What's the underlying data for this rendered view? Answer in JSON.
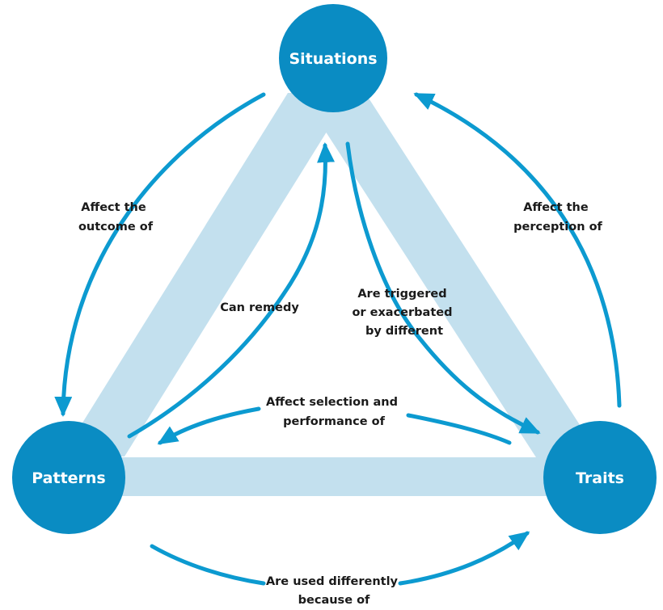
{
  "colors": {
    "node": "#0a8cc3",
    "band": "#c3e0ee",
    "arrow": "#0c9ad0",
    "node_text": "#ffffff",
    "label_text": "#1a1a1a"
  },
  "nodes": {
    "situations": "Situations",
    "patterns": "Patterns",
    "traits": "Traits"
  },
  "edges": {
    "affect_outcome": [
      "Affect the",
      "outcome of"
    ],
    "affect_perception": [
      "Affect the",
      "perception of"
    ],
    "can_remedy": [
      "Can remedy"
    ],
    "are_triggered": [
      "Are triggered",
      "or exacerbated",
      "by different"
    ],
    "affect_selection": [
      "Affect selection and",
      "performance of"
    ],
    "used_differently": [
      "Are used differently",
      "because of"
    ]
  }
}
